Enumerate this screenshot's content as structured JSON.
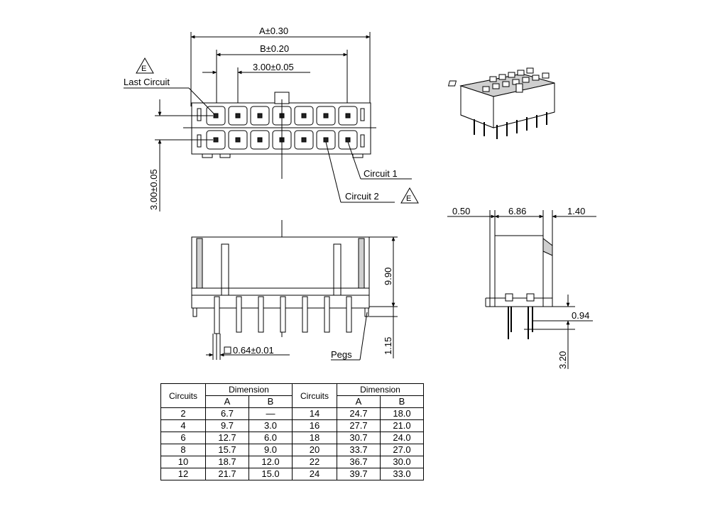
{
  "front_view": {
    "dim_a": "A±0.30",
    "dim_b": "B±0.20",
    "pitch_top": "3.00±0.05",
    "pitch_side": "3.00±0.05",
    "last_circuit": "Last Circuit",
    "circuit_1": "Circuit 1",
    "circuit_2": "Circuit 2",
    "rev_mark": "E"
  },
  "side_view": {
    "height": "9.90",
    "pin_size": "0.64±0.01",
    "peg_len": "1.15",
    "pegs": "Pegs"
  },
  "end_view": {
    "d1": "0.50",
    "d2": "6.86",
    "d3": "1.40",
    "d4": "0.94",
    "d5": "3.20"
  },
  "table": {
    "col_circuits": "Circuits",
    "col_dimension": "Dimension",
    "col_a": "A",
    "col_b": "B",
    "rows": [
      {
        "c1": "2",
        "a1": "6.7",
        "b1": "—",
        "c2": "14",
        "a2": "24.7",
        "b2": "18.0"
      },
      {
        "c1": "4",
        "a1": "9.7",
        "b1": "3.0",
        "c2": "16",
        "a2": "27.7",
        "b2": "21.0"
      },
      {
        "c1": "6",
        "a1": "12.7",
        "b1": "6.0",
        "c2": "18",
        "a2": "30.7",
        "b2": "24.0"
      },
      {
        "c1": "8",
        "a1": "15.7",
        "b1": "9.0",
        "c2": "20",
        "a2": "33.7",
        "b2": "27.0"
      },
      {
        "c1": "10",
        "a1": "18.7",
        "b1": "12.0",
        "c2": "22",
        "a2": "36.7",
        "b2": "30.0"
      },
      {
        "c1": "12",
        "a1": "21.7",
        "b1": "15.0",
        "c2": "24",
        "a2": "39.7",
        "b2": "33.0"
      }
    ]
  }
}
